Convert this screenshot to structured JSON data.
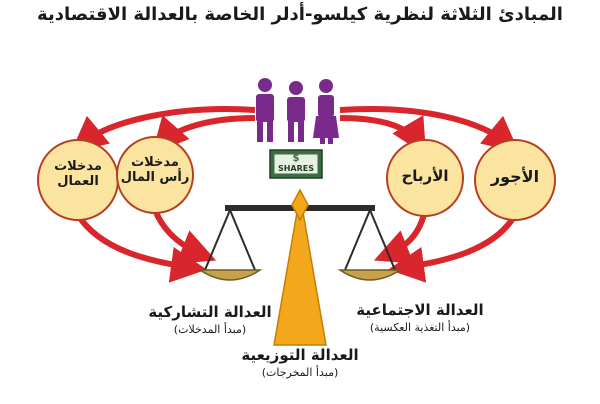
{
  "title": "المبادئ الثلاثة لنظرية كيلسو-أدلر الخاصة بالعدالة الاقتصادية",
  "circles": {
    "workers_input": "مدخلات العمال",
    "capital_input": "مدخلات رأس المال",
    "profits": "الأرباح",
    "wages": "الأجور"
  },
  "shares_label": "SHARES",
  "shares_symbol": "$",
  "principles": {
    "participative": {
      "title": "العدالة التشاركية",
      "subtitle": "(مبدأ المدخلات)"
    },
    "social": {
      "title": "العدالة الاجتماعية",
      "subtitle": "(مبدأ التغذية العكسية)"
    },
    "distributive": {
      "title": "العدالة التوزيعية",
      "subtitle": "(مبدأ المخرجات)"
    }
  },
  "colors": {
    "circle_fill": "#fbe3a0",
    "circle_stroke": "#b5401f",
    "arrow_red": "#d9262c",
    "people_purple": "#7a2a8a",
    "scale_gold": "#f3a81c",
    "scale_pan": "#c8a24a",
    "shares_green": "#3d6b43"
  }
}
